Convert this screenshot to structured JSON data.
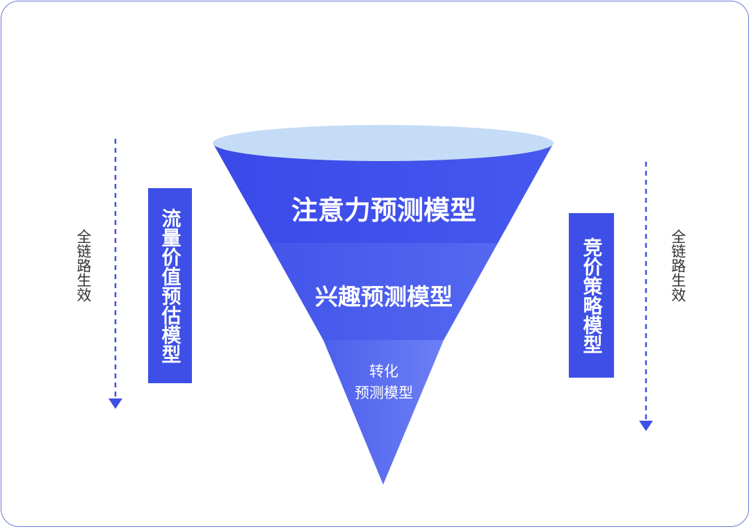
{
  "funnel": {
    "layers": [
      {
        "label": "注意力预测模型"
      },
      {
        "label": "兴趣预测模型"
      },
      {
        "label_line1": "转化",
        "label_line2": "预测模型"
      }
    ]
  },
  "left": {
    "box_label": "流量价值预估模型",
    "side_label": "全链路生效"
  },
  "right": {
    "box_label": "竞价策略模型",
    "side_label": "全链路生效"
  },
  "colors": {
    "primary": "#3d4fe6",
    "funnel_top": "#c5dcf7",
    "frame": "#6b78d8"
  }
}
